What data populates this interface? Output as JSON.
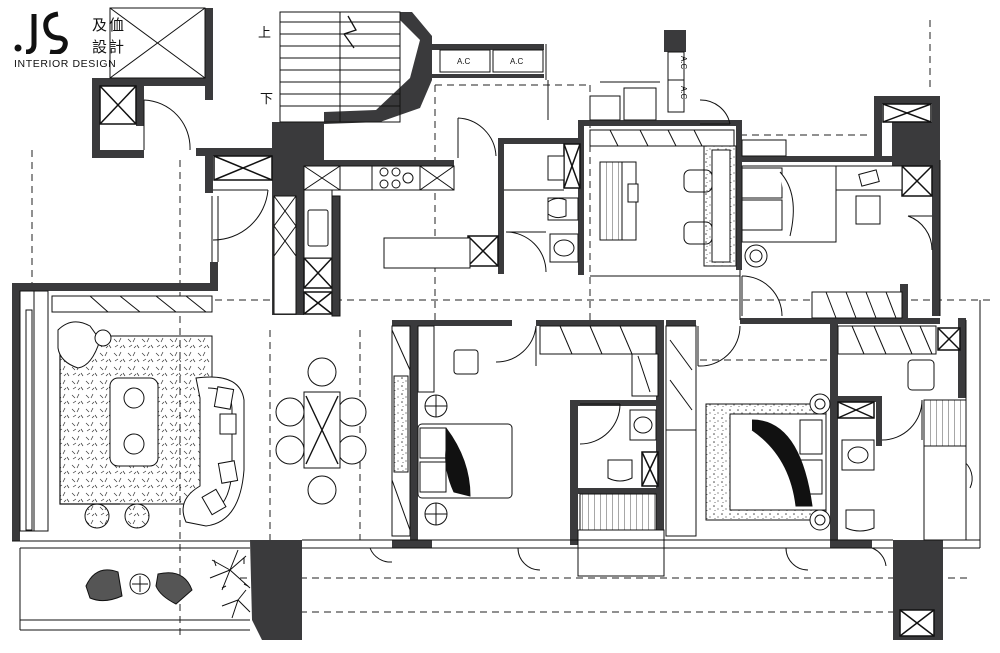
{
  "logo": {
    "brand_line1": "及侐",
    "brand_line2": "設計",
    "subtitle": "INTERIOR DESIGN"
  },
  "stairs": {
    "up_label": "上",
    "down_label": "下"
  },
  "equipment": {
    "ac_label": "A.C"
  },
  "colors": {
    "wall": "#3a3a3c",
    "line": "#111111",
    "dash": "#222222"
  }
}
